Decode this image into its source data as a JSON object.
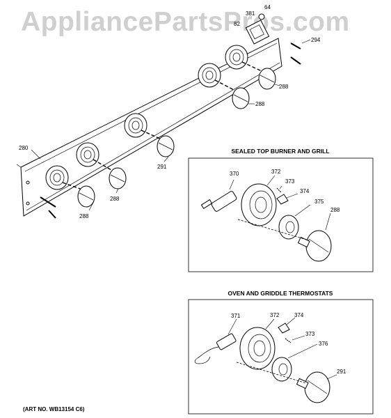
{
  "watermark": "AppliancePartsPros.com",
  "panel_labels": {
    "l280": "280",
    "l381": "381",
    "l64": "64",
    "l82": "82",
    "l294": "294",
    "l288a": "288",
    "l288b": "288",
    "l288c": "288",
    "l288d": "288",
    "l291": "291"
  },
  "sealed": {
    "title": "SEALED TOP BURNER AND GRILL",
    "labels": {
      "l370": "370",
      "l372": "372",
      "l373": "373",
      "l374": "374",
      "l375": "375",
      "l288": "288"
    }
  },
  "oven": {
    "title": "OVEN AND GRIDDLE THERMOSTATS",
    "labels": {
      "l371": "371",
      "l372": "372",
      "l374": "374",
      "l373": "373",
      "l376": "376",
      "l291": "291"
    }
  },
  "art_no": "(ART NO. WB13154 C6)"
}
